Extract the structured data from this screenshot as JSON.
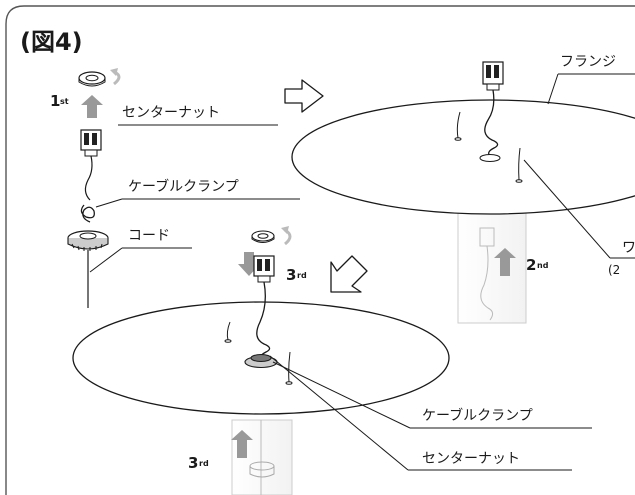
{
  "figure": {
    "title": "(図4)",
    "border_color": "#555555"
  },
  "labels": {
    "center_nut_top": "センターナット",
    "cable_clamp_left": "ケーブルクランプ",
    "cord": "コード",
    "flange_partial": "フランジ",
    "wire_partial": "ワ",
    "paren_partial": "(2",
    "cable_clamp_bottom": "ケーブルクランプ",
    "center_nut_bottom": "センターナット"
  },
  "steps": {
    "s1": {
      "num": "1",
      "suffix": "st"
    },
    "s2": {
      "num": "2",
      "suffix": "nd"
    },
    "s3a": {
      "num": "3",
      "suffix": "rd"
    },
    "s3b": {
      "num": "3",
      "suffix": "rd"
    }
  },
  "icons": {
    "arrow_up": "arrow-up-icon",
    "arrow_down": "arrow-down-icon",
    "rotate": "rotate-arrow-icon",
    "direction_right": "outline-arrow-right-icon",
    "direction_down_left": "outline-arrow-down-left-icon"
  },
  "colors": {
    "step_arrow": "#999999",
    "line": "#1a1a1a",
    "faint": "#bbbbbb"
  }
}
